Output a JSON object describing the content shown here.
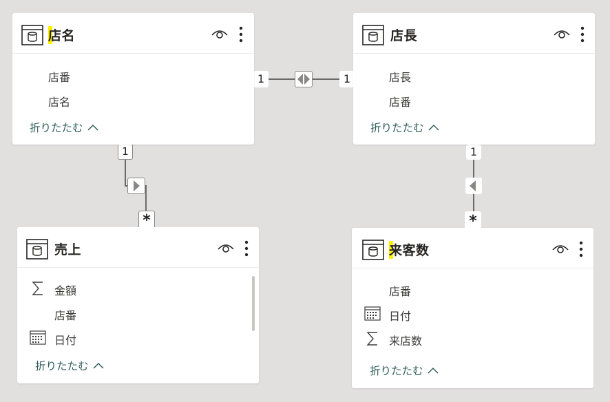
{
  "tables": {
    "stores": {
      "title": "店名",
      "fields": [
        "店番",
        "店名"
      ],
      "collapse": "折りたたむ"
    },
    "managers": {
      "title": "店長",
      "fields": [
        "店長",
        "店番"
      ],
      "collapse": "折りたたむ"
    },
    "sales": {
      "title": "売上",
      "fields": [
        "金額",
        "店番",
        "日付"
      ],
      "collapse": "折りたたむ"
    },
    "visitors": {
      "title": "来客数",
      "fields": [
        "店番",
        "日付",
        "来店数"
      ],
      "collapse": "折りたたむ"
    }
  },
  "relationships": {
    "stores_managers": {
      "left": "1",
      "right": "1"
    },
    "stores_sales": {
      "one": "1",
      "many": "*"
    },
    "managers_visitors": {
      "one": "1",
      "many": "*"
    }
  },
  "colors": {
    "canvas": "#e1e0df",
    "highlight": "#fff100",
    "link": "#2f5e5b"
  },
  "icons": {
    "table": "table-icon",
    "visibility": "eye-icon",
    "more": "more-options-icon",
    "sum": "sigma-icon",
    "date": "calendar-icon",
    "collapse": "chevron-up-icon"
  }
}
